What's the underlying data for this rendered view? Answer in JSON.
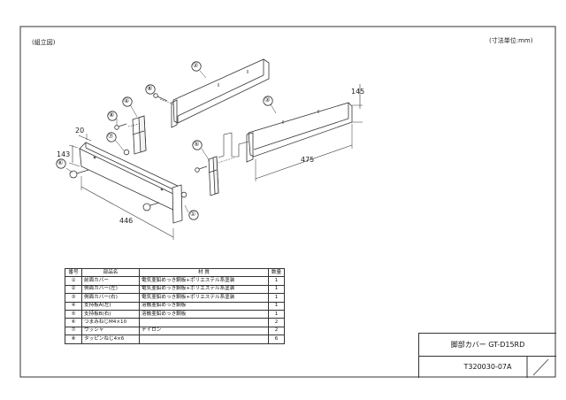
{
  "sheet": {
    "assembly_label": "(組立図)",
    "unit_label": "(寸法単位:mm)"
  },
  "dimensions": {
    "d20": "20",
    "d143": "143",
    "d446": "446",
    "d145": "145",
    "d475": "475"
  },
  "callouts": [
    "①",
    "②",
    "③",
    "④",
    "⑤",
    "⑥",
    "⑦",
    "⑧",
    "⑧"
  ],
  "parts_table": {
    "headers": [
      "番号",
      "部品名",
      "材 質",
      "数量"
    ],
    "rows": [
      {
        "no": "①",
        "name": "前面カバー",
        "material": "電気亜鉛めっき鋼板+ポリエステル系塗装",
        "qty": "1"
      },
      {
        "no": "②",
        "name": "側面カバー(左)",
        "material": "電気亜鉛めっき鋼板+ポリエステル系塗装",
        "qty": "1"
      },
      {
        "no": "③",
        "name": "側面カバー(右)",
        "material": "電気亜鉛めっき鋼板+ポリエステル系塗装",
        "qty": "1"
      },
      {
        "no": "④",
        "name": "支持板A(左)",
        "material": "溶融亜鉛めっき鋼板",
        "qty": "1"
      },
      {
        "no": "⑤",
        "name": "支持板B(右)",
        "material": "溶融亜鉛めっき鋼板",
        "qty": "1"
      },
      {
        "no": "⑥",
        "name": "つまみねじM4×10",
        "material": "",
        "qty": "2"
      },
      {
        "no": "⑦",
        "name": "ワッシャ",
        "material": "ナイロン",
        "qty": "2"
      },
      {
        "no": "⑧",
        "name": "タッピンねじ4×6",
        "material": "",
        "qty": "6"
      }
    ]
  },
  "title_block": {
    "product": "脚部カバー GT-D15RD",
    "drawing_no": "T320030-07A"
  }
}
